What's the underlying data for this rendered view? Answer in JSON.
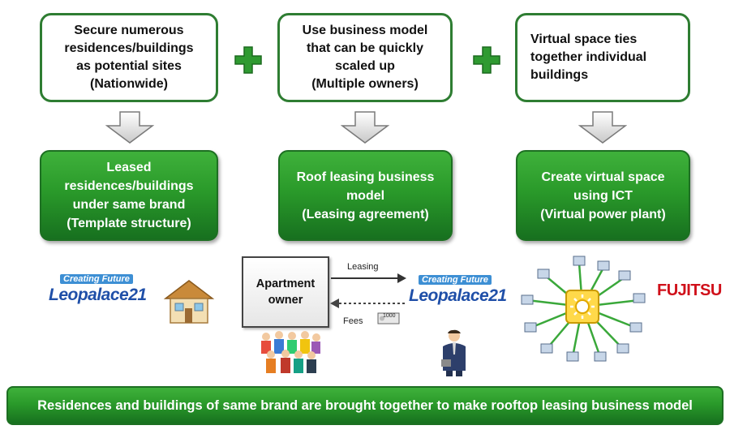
{
  "top_boxes": [
    {
      "text": "Secure numerous\nresidences/buildings\nas potential sites\n(Nationwide)"
    },
    {
      "text": "Use business model\nthat can be quickly\nscaled up\n(Multiple owners)"
    },
    {
      "text": "Virtual space ties\ntogether individual\nbuildings"
    }
  ],
  "green_boxes": [
    {
      "text": "Leased\nresidences/buildings\nunder same brand\n(Template structure)"
    },
    {
      "text": "Roof leasing business\nmodel\n(Leasing agreement)"
    },
    {
      "text": "Create virtual space\nusing ICT\n(Virtual power plant)"
    }
  ],
  "owner_box": {
    "text": "Apartment\nowner"
  },
  "flow": {
    "leasing_label": "Leasing",
    "fees_label": "Fees",
    "money_note": "1000"
  },
  "brands": {
    "tagline": "Creating Future",
    "leopalace": "Leopalace21",
    "fujitsu": "FUJITSU"
  },
  "bottom_bar": {
    "text": "Residences and buildings of same brand are brought together to make rooftop leasing business model"
  },
  "colors": {
    "green_dark": "#1d6f22",
    "green_light": "#3fb13b",
    "border_green": "#2e7d32",
    "fujitsu_red": "#d0101a",
    "leopalace_blue": "#1f4fa8"
  }
}
